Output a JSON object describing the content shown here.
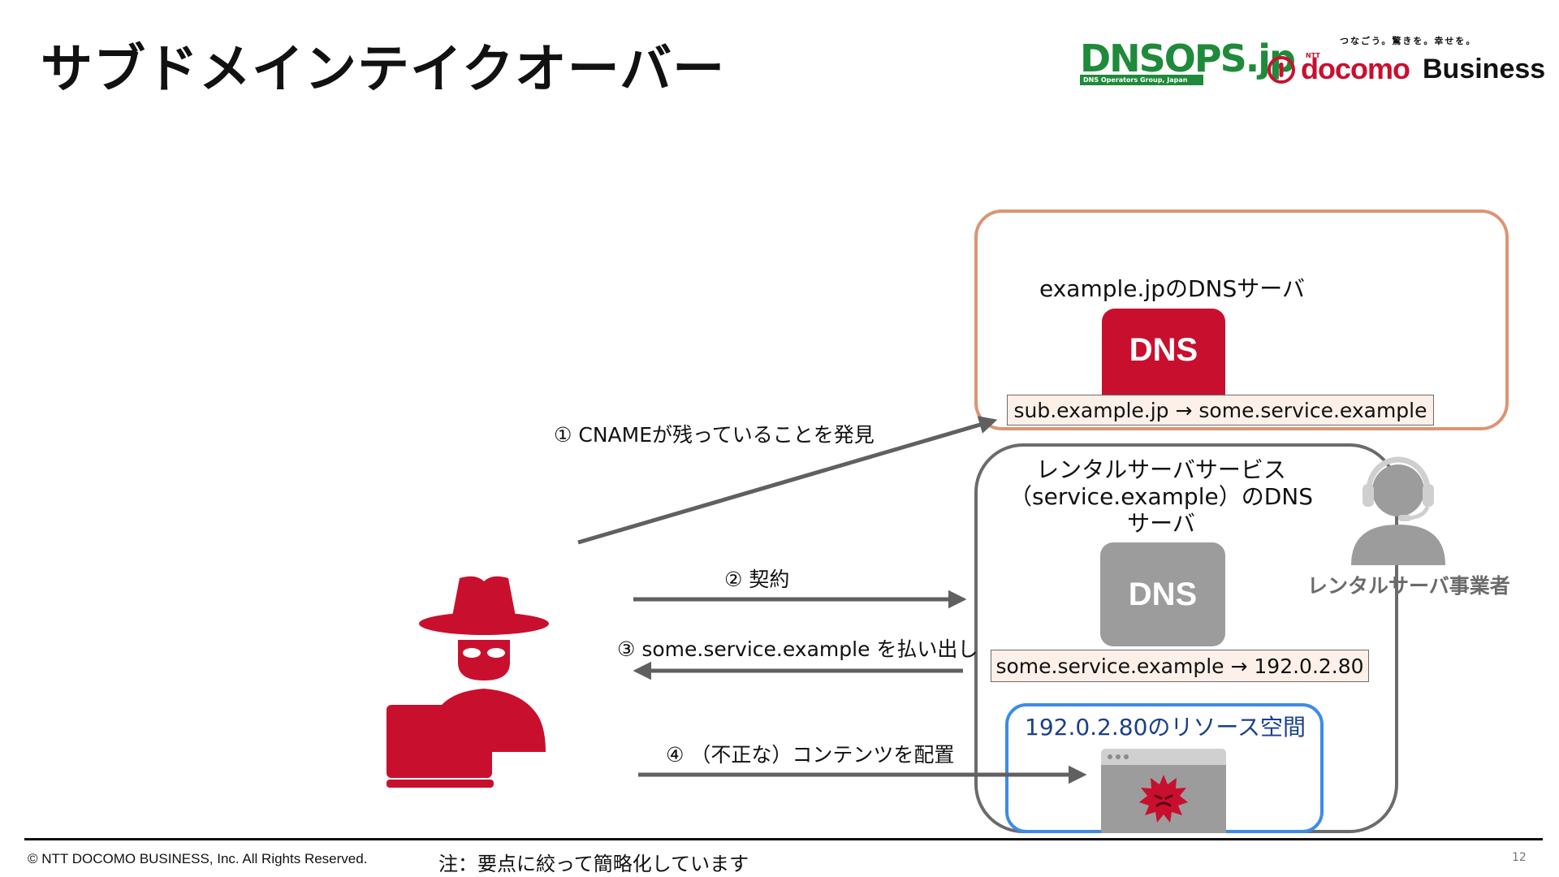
{
  "slide": {
    "title": "サブドメインテイクオーバー",
    "page_number": "12"
  },
  "logos": {
    "dnsops_name": "DNSOPS.jp",
    "dnsops_subtitle": "DNS Operators Group, Japan",
    "docomo_tagline": "つなごう。驚きを。幸せを。",
    "docomo_ntt": "NTT",
    "docomo_word": "docomo",
    "docomo_business": "Business"
  },
  "example_dns": {
    "label": "example.jpのDNSサーバ",
    "icon_text": "DNS",
    "record": "sub.example.jp → some.service.example"
  },
  "rental": {
    "label": "レンタルサーバサービス（service.example）のDNSサーバ",
    "icon_text": "DNS",
    "record": "some.service.example → 192.0.2.80",
    "resource_label": "192.0.2.80のリソース空間",
    "operator_label": "レンタルサーバ事業者"
  },
  "steps": {
    "step1": "① CNAMEが残っていることを発見",
    "step2": "② 契約",
    "step3": "③ some.service.example を払い出し",
    "step4": "④ （不正な）コンテンツを配置"
  },
  "footer": {
    "copyright": "© NTT DOCOMO BUSINESS, Inc. All Rights Reserved.",
    "note": "注：要点に絞って簡略化しています"
  },
  "colors": {
    "brand_red": "#c8102e",
    "dnsops_green": "#1f8a3a",
    "example_box_border": "#dc9474",
    "rental_box_border": "#6b6b6b",
    "resource_box_border": "#3d8be8",
    "record_fill": "#fdf0e8",
    "arrow": "#606060"
  }
}
